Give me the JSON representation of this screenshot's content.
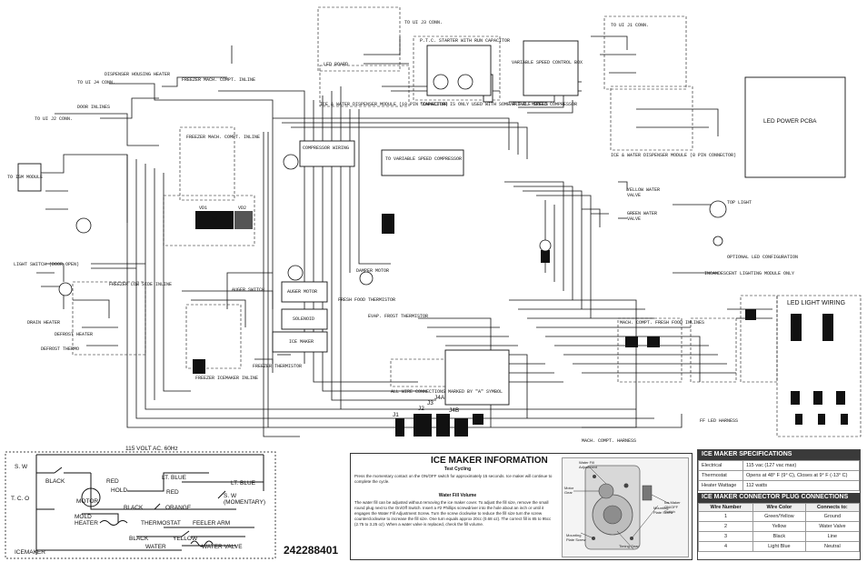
{
  "part_number": "242288401",
  "diagram_labels": {
    "dispenser_heater": "DISPENSER HOUSING HEATER",
    "freezer_mach_inline": "FREEZER MACH. COMPT. INLINE",
    "freezer_mach_inline2": "FREEZER MACH. COMPT. INLINE",
    "door_inlines": "DOOR INLINES",
    "to_ui_j4": "TO UI J4 CONN.",
    "to_ui_j2": "TO UI J2 CONN.",
    "to_ui_j3": "TO UI J3 CONN.",
    "to_ui_j1": "TO UI J1 CONN.",
    "to_ism": "TO ISM MODULE",
    "light_switch_door": "LIGHT SWITCH (DOOR OPEN)",
    "freezer_low_side_inline": "FREEZER LOW SIDE INLINE",
    "auger_switch": "AUGER SWITCH",
    "auger_motor": "AUGER MOTOR",
    "solenoid": "SOLENOID",
    "ice_maker": "ICE MAKER",
    "freezer_icemaker_inline": "FREEZER ICEMAKER INLINE",
    "freezer_thermistor": "FREEZER THERMISTOR",
    "ice_water_module_10": "ICE & WATER DISPENSER MODULE (10 PIN CONNECTOR)",
    "ice_water_module_8": "ICE & WATER DISPENSER MODULE (8 PIN CONNECTOR)",
    "ptc_starter": "P.T.C. STARTER WITH RUN CAPACITOR",
    "variable_speed_ctrl": "VARIABLE SPEED CONTROL BOX",
    "variable_speed_comp": "VARIABLE SPEED COMPRESSOR",
    "capacitor_note": "*CAPACITOR IS ONLY USED WITH SOME P.T.C. MODELS",
    "led_board": "LED BOARD",
    "led_power_pcba": "LED POWER PCBA",
    "led_light_wiring": "LED LIGHT WIRING",
    "compressor_wiring": "COMPRESSOR WIRING",
    "to_variable_speed": "TO VARIABLE SPEED COMPRESSOR",
    "damper_motor": "DAMPER MOTOR",
    "fresh_food_thermistor": "FRESH FOOD THERMISTOR",
    "evap_thermistor": "EVAP. FROST THERMISTOR",
    "mach_compt_fresh_food": "MACH. COMPT. FRESH FOOD INLINES",
    "incandescent_light": "INCANDESCENT LIGHTING MODULE ONLY",
    "all_wire_connections": "ALL WIRE CONNECTIONS MARKED BY \"A\" SYMBOL",
    "ff_led_harness": "FF LED HARNESS",
    "mach_compt_harness": "MACH. COMPT. HARNESS",
    "defrost_thermo": "DEFROST THERMO",
    "drain_heater": "DRAIN HEATER",
    "defrost_heater": "DEFROST HEATER",
    "yellow_water_valve": "YELLOW WATER VALVE",
    "green_water_valve": "GREEN WATER VALVE",
    "top_light": "TOP LIGHT",
    "optional_led": "OPTIONAL LED CONFIGURATION",
    "j1": "J1",
    "j2": "J2",
    "j3": "J3",
    "j4a": "J4A",
    "j4b": "J4B",
    "sw": "SW",
    "vd1": "VD1",
    "vd2": "VD2"
  },
  "schematic": {
    "supply": "115 VOLT AC. 60Hz",
    "labels": {
      "s_w": "S. W",
      "t_c_o": "T. C. O",
      "black": "BLACK",
      "red": "RED",
      "lt_blue": "LT. BLUE",
      "hold": "HOLD",
      "motor": "MOTOR",
      "mold_heater": "MOLD HEATER",
      "black2": "BLACK",
      "orange": "ORANGE",
      "red2": "RED",
      "lt_blue2": "LT. BLUE",
      "s_w_momentary": "S. W (MOMENTARY)",
      "thermostat": "THERMOSTAT",
      "feeler_arm": "FEELER ARM",
      "black3": "BLACK",
      "yellow": "YELLOW",
      "water_valve": "WATER VALVE",
      "water": "WATER",
      "icemaker": "ICEMAKER"
    }
  },
  "ice_maker_info": {
    "title": "ICE MAKER INFORMATION",
    "test_cycling_heading": "Test Cycling",
    "test_cycling_text": "Press the momentary contact on the ON/OFF switch for approximately 15 seconds. Ice maker will continue to complete the cycle.",
    "water_fill_heading": "Water Fill Volume",
    "water_fill_text": "The water fill can be adjusted without removing the ice maker cover. To adjust the fill size, remove the small round plug next to the On/Off Switch. Insert a #2 Phillips screwdriver into the hole about an inch or until it engages the Water Fill Adjustment Screw. Turn the screw clockwise to reduce the fill size turn the screw counterclockwise to increase the fill size. One turn equals approx 20cc (0.68 oz). The correct fill is 85 to 95cc (2.75 to 3.25 oz). When a water valve is replaced, check the fill volume.",
    "callouts": {
      "water_fill_adj": "Water Fill Adjustment",
      "motor_gear": "Motor Gear",
      "mounting_plate_screw_r": "Mounting Plate Screw",
      "mounting_plate_screw_l": "Mounting Plate Screw",
      "timing_gear": "Timing Gear",
      "on_off_switch": "Ice Maker ON/OFF Switch"
    }
  },
  "ice_maker_specs": {
    "title": "ICE MAKER SPECIFICATIONS",
    "rows": [
      {
        "label": "Electrical",
        "value": "115 vac (127 vac max)"
      },
      {
        "label": "Thermostat",
        "value": "Opens at 48° F (9° C), Closes at 9° F (-13° C)"
      },
      {
        "label": "Heater Wattage",
        "value": "112 watts"
      }
    ]
  },
  "connector_table": {
    "title": "ICE MAKER CONNECTOR PLUG CONNECTIONS",
    "headers": [
      "Wire Number",
      "Wire Color",
      "Connects to:"
    ],
    "rows": [
      [
        "1",
        "Green/Yellow",
        "Ground"
      ],
      [
        "2",
        "Yellow",
        "Water Valve"
      ],
      [
        "3",
        "Black",
        "Line"
      ],
      [
        "4",
        "Light Blue",
        "Neutral"
      ]
    ]
  },
  "colors": {
    "line": "#111111",
    "table_header": "#3a3a3a"
  }
}
